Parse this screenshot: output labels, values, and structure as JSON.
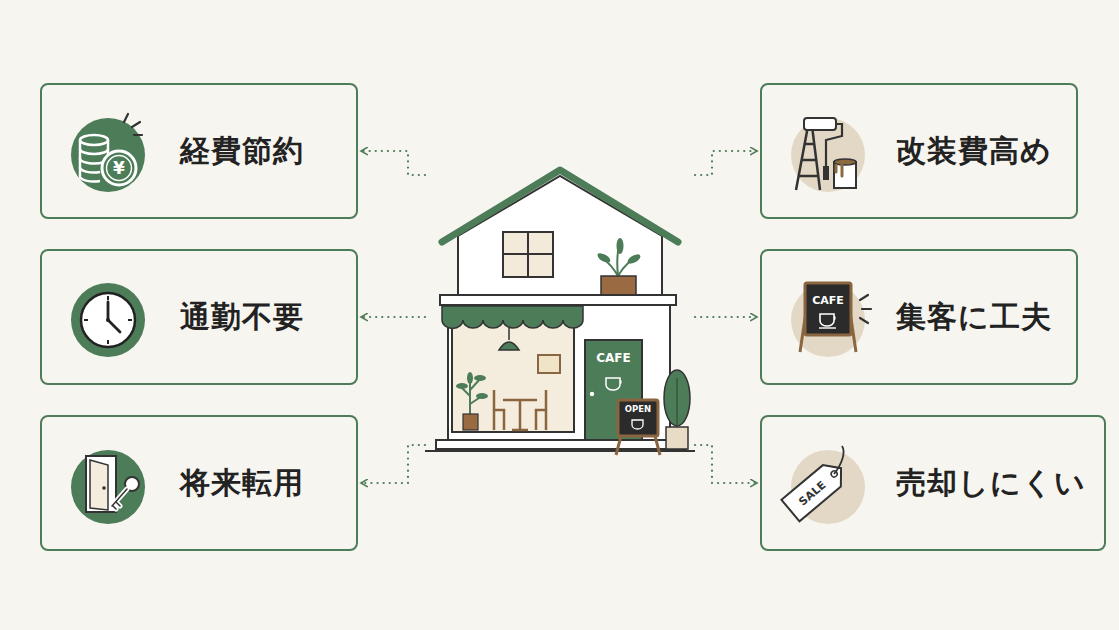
{
  "diagram": {
    "nodes": [
      {
        "text": [
          "経費節約"
        ]
      },
      {
        "text": [
          "通勤不要"
        ]
      },
      {
        "text": [
          "将来転用"
        ]
      },
      {
        "text": [
          "CAFE",
          "OPEN"
        ]
      },
      {
        "text": [
          "改装費高め"
        ]
      },
      {
        "text": [
          "集客に工夫"
        ]
      },
      {
        "text": [
          "売却しにくい"
        ]
      }
    ],
    "edges": [
      {
        "from": 3,
        "to": 0,
        "arrow": "to"
      },
      {
        "from": 3,
        "to": 1,
        "arrow": "to"
      },
      {
        "from": 3,
        "to": 2,
        "arrow": "to"
      },
      {
        "from": 3,
        "to": 4,
        "arrow": "to"
      },
      {
        "from": 3,
        "to": 5,
        "arrow": "to"
      },
      {
        "from": 3,
        "to": 6,
        "arrow": "to"
      }
    ],
    "labels": [
      "¥",
      "CAFE",
      "SALE"
    ]
  }
}
